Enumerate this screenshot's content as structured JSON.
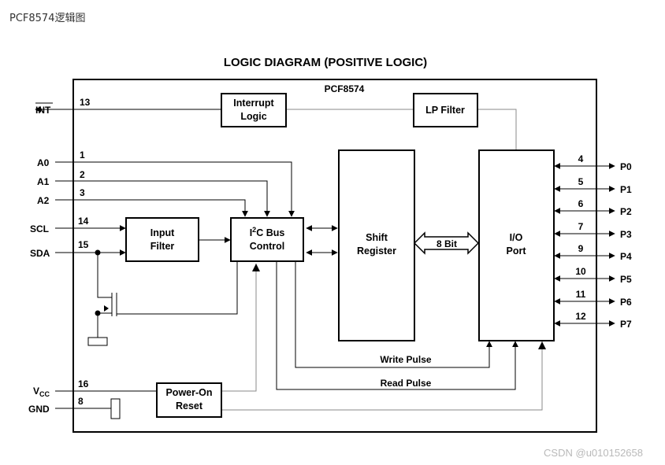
{
  "caption": "PCF8574逻辑图",
  "watermark": "CSDN @u010152658",
  "diagram": {
    "title": "LOGIC DIAGRAM (POSITIVE LOGIC)",
    "chip_name": "PCF8574",
    "blocks": {
      "interrupt_logic": [
        "Interrupt",
        "Logic"
      ],
      "lp_filter": [
        "LP Filter"
      ],
      "input_filter": [
        "Input",
        "Filter"
      ],
      "i2c_bus_control": {
        "line1_prefix": "I",
        "line1_sup": "2",
        "line1_suffix": "C Bus",
        "line2": "Control"
      },
      "shift_register": [
        "Shift",
        "Register"
      ],
      "io_port": [
        "I/O",
        "Port"
      ],
      "power_on_reset": [
        "Power-On",
        "Reset"
      ]
    },
    "bus_label": "8 Bit",
    "write_pulse": "Write Pulse",
    "read_pulse": "Read Pulse",
    "left_pins": {
      "int": {
        "name": "INT",
        "num": "13"
      },
      "a0": {
        "name": "A0",
        "num": "1"
      },
      "a1": {
        "name": "A1",
        "num": "2"
      },
      "a2": {
        "name": "A2",
        "num": "3"
      },
      "scl": {
        "name": "SCL",
        "num": "14"
      },
      "sda": {
        "name": "SDA",
        "num": "15"
      },
      "vcc": {
        "name_main": "V",
        "name_sub": "CC",
        "num": "16"
      },
      "gnd": {
        "name": "GND",
        "num": "8"
      }
    },
    "right_pins": [
      {
        "name": "P0",
        "num": "4"
      },
      {
        "name": "P1",
        "num": "5"
      },
      {
        "name": "P2",
        "num": "6"
      },
      {
        "name": "P3",
        "num": "7"
      },
      {
        "name": "P4",
        "num": "9"
      },
      {
        "name": "P5",
        "num": "10"
      },
      {
        "name": "P6",
        "num": "11"
      },
      {
        "name": "P7",
        "num": "12"
      }
    ]
  }
}
